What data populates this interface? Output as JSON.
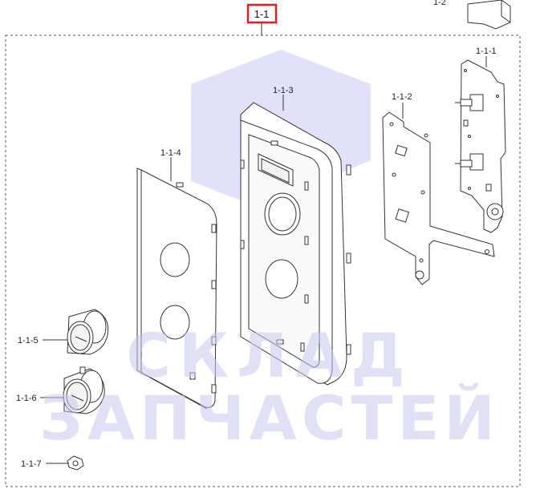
{
  "header": {
    "assembly_label": "1-1",
    "other_part_label": "1-2"
  },
  "callouts": {
    "pcb_assembly": "1-1-1",
    "bracket": "1-1-2",
    "panel_frame": "1-1-3",
    "panel_cover": "1-1-4",
    "knob_upper": "1-1-5",
    "knob_lower": "1-1-6",
    "spring_clip": "1-1-7"
  },
  "watermark": {
    "line1": "СКЛАД",
    "line2": "ЗАПЧАСТЕЙ"
  },
  "colors": {
    "highlight": "#e02020",
    "line": "#333333",
    "watermark": "#8a8ae0"
  }
}
